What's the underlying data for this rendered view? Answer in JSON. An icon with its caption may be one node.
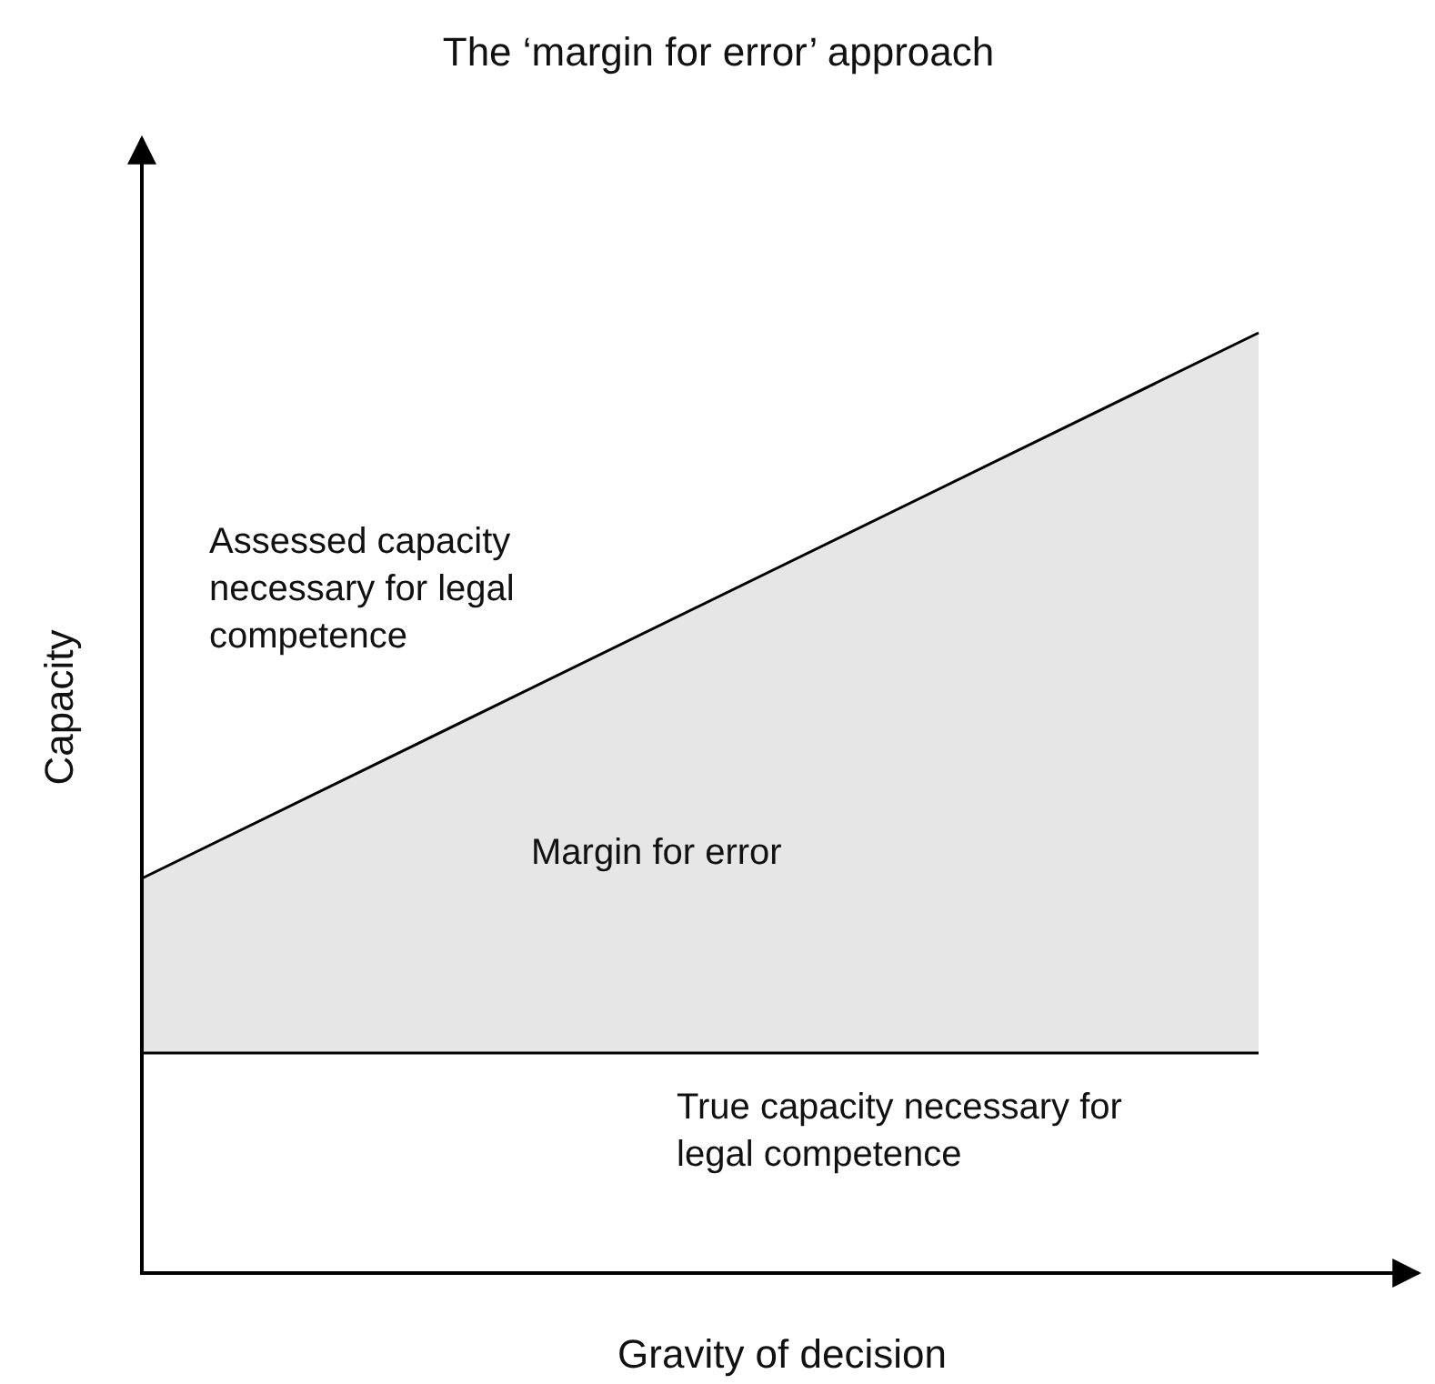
{
  "diagram": {
    "title": "The ‘margin for error’ approach",
    "labels": [
      "Capacity",
      "Assessed capacity necessary for legal competence",
      "Margin for error",
      "True capacity necessary for legal competence",
      "Gravity of decision"
    ]
  }
}
